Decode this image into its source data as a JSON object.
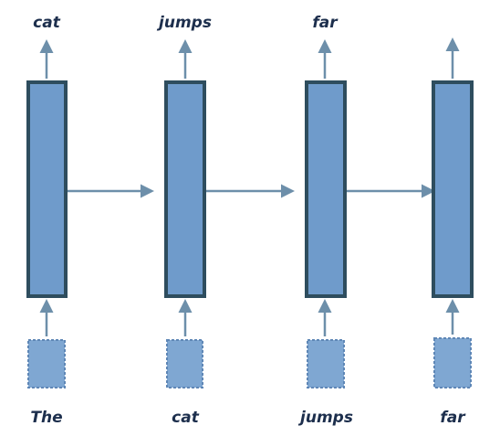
{
  "diagram": {
    "outputs": [
      "cat",
      "jumps",
      "far",
      ""
    ],
    "inputs": [
      "The",
      "cat",
      "jumps",
      "far"
    ],
    "colors": {
      "cell_fill": "#6f9bcb",
      "cell_border": "#2e4d5e",
      "input_fill": "#7fa7d2",
      "arrow": "#6d8faa",
      "text": "#1d2f4d"
    }
  }
}
